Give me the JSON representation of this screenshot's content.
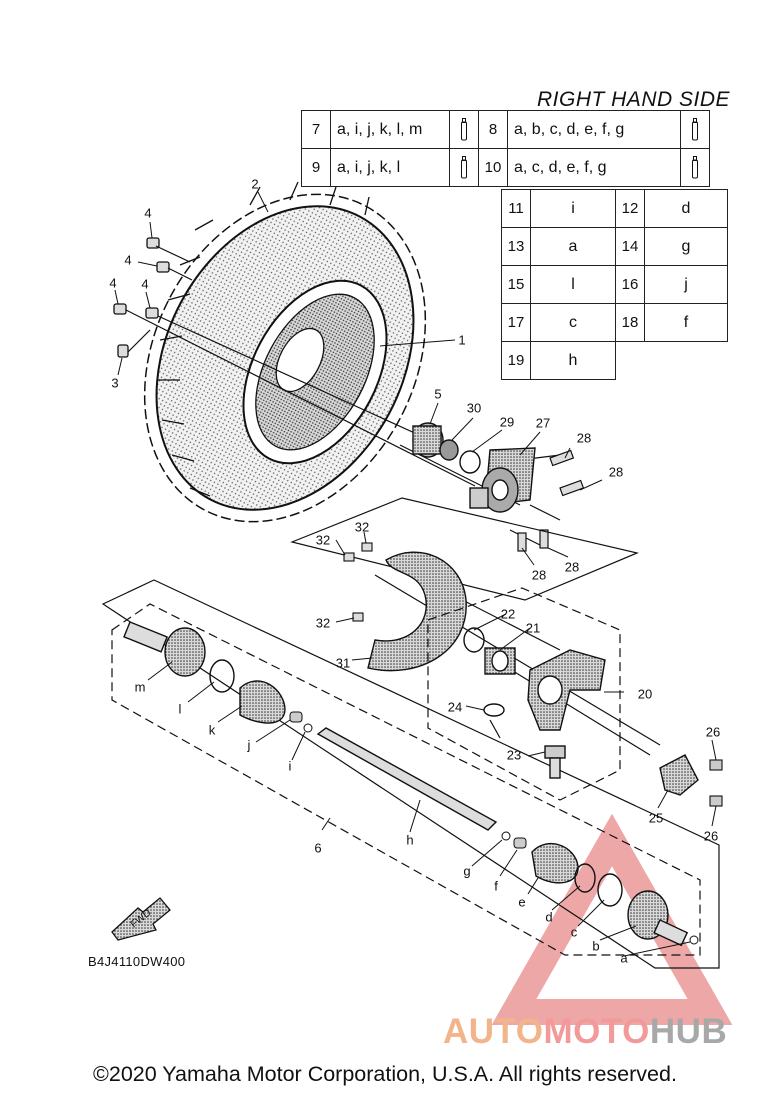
{
  "header": {
    "title": "RIGHT HAND SIDE"
  },
  "grease_table": {
    "rows_wide": [
      {
        "left_no": "7",
        "left_letters": "a, i, j, k, l, m",
        "right_no": "8",
        "right_letters": "a, b, c, d, e, f, g"
      },
      {
        "left_no": "9",
        "left_letters": "a, i, j, k, l",
        "right_no": "10",
        "right_letters": "a, c, d, e, f, g"
      }
    ],
    "rows_narrow": [
      {
        "left_no": "11",
        "left_letter": "i",
        "right_no": "12",
        "right_letter": "d"
      },
      {
        "left_no": "13",
        "left_letter": "a",
        "right_no": "14",
        "right_letter": "g"
      },
      {
        "left_no": "15",
        "left_letter": "l",
        "right_no": "16",
        "right_letter": "j"
      },
      {
        "left_no": "17",
        "left_letter": "c",
        "right_no": "18",
        "right_letter": "f"
      },
      {
        "left_no": "19",
        "left_letter": "h"
      }
    ],
    "icon": "grease-tube-icon"
  },
  "callouts": {
    "p1": "1",
    "p2": "2",
    "p3": "3",
    "p4a": "4",
    "p4b": "4",
    "p4c": "4",
    "p4d": "4",
    "p5": "5",
    "p6": "6",
    "p20": "20",
    "p21": "21",
    "p22": "22",
    "p23": "23",
    "p24": "24",
    "p25": "25",
    "p26a": "26",
    "p26b": "26",
    "p27": "27",
    "p28a": "28",
    "p28b": "28",
    "p28c": "28",
    "p28d": "28",
    "p29": "29",
    "p30": "30",
    "p31": "31",
    "p32a": "32",
    "p32b": "32",
    "p32c": "32",
    "la": "a",
    "lb": "b",
    "lc": "c",
    "ld": "d",
    "le": "e",
    "lf": "f",
    "lg": "g",
    "lh": "h",
    "li": "i",
    "lj": "j",
    "lk": "k",
    "ll": "l",
    "lm": "m"
  },
  "fwd_label": "FWD",
  "diagram_code": "B4J4110DW400",
  "watermark": {
    "part1": "AUTO",
    "part2": "MOTO",
    "part3": "HUB"
  },
  "footer": {
    "copyright": "©2020 Yamaha Motor Corporation, U.S.A. All rights reserved."
  },
  "colors": {
    "line": "#111111",
    "watermark_red": "#e88a8a",
    "watermark_orange": "#f2b48a",
    "watermark_gray": "#a8a8a8"
  }
}
